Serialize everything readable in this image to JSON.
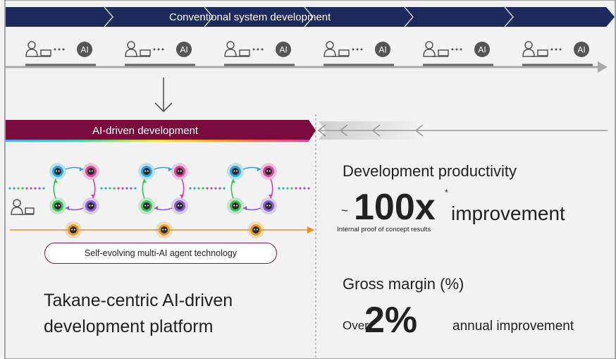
{
  "top_banner": {
    "label": "Conventional system development"
  },
  "human_ai_pair": {
    "ai_label": "AI",
    "count": 6
  },
  "ai_banner": {
    "label": "AI-driven development"
  },
  "agent_pill": {
    "label": "Self-evolving multi-AI agent technology"
  },
  "platform_title": "Takane-centric AI-driven development platform",
  "productivity": {
    "title": "Development productivity",
    "prefix": "~",
    "value": "100x",
    "asterisk": "*",
    "suffix": "improvement",
    "note": "Internal proof of concept results"
  },
  "gross_margin": {
    "title": "Gross margin (%)",
    "prefix": "Over",
    "value": "2%",
    "suffix": "annual improvement"
  },
  "colors": {
    "navy": "#1f2a5c",
    "burgundy": "#7a0b3d",
    "orange": "#f08c1e",
    "agent_cyan": "#2aa6e0",
    "agent_pink": "#e0409a",
    "agent_green": "#3cbf5a",
    "agent_purple": "#8a5ad8",
    "agent_gold": "#e89a1a"
  }
}
